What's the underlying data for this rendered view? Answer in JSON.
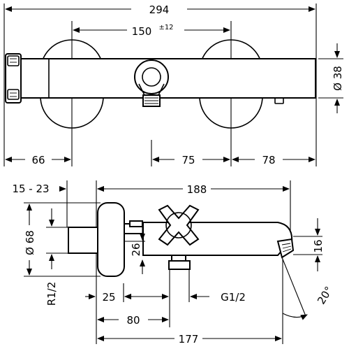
{
  "top_view": {
    "overall_width": "294",
    "center_distance": "150",
    "center_tolerance": "±12",
    "height_diameter": "Ø 38",
    "left_offset": "66",
    "middle_offset": "75",
    "right_offset": "78"
  },
  "side_view": {
    "wall_distance": "15 - 23",
    "spout_length": "188",
    "diameter": "Ø 68",
    "thread_inlet": "R1/2",
    "height_26": "26",
    "spout_height": "16",
    "dim_25": "25",
    "dim_80": "80",
    "dim_177": "177",
    "outlet_thread": "G1/2",
    "angle": "20°"
  }
}
